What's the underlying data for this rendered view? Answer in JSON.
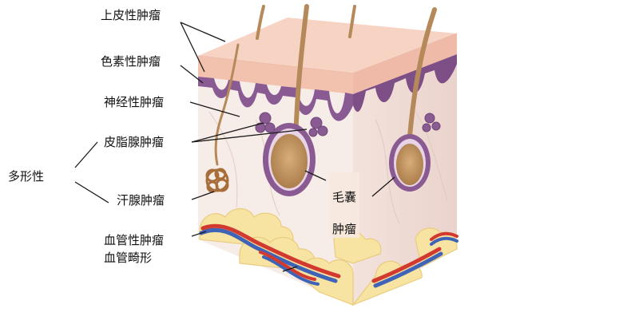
{
  "diagram": {
    "labels": {
      "epidermal": "上皮性肿瘤",
      "pigment": "色素性肿瘤",
      "neural": "神经性肿瘤",
      "sebaceous": "皮脂腺肿瘤",
      "multiform": "多形性",
      "sweat": "汗腺肿瘤",
      "vascular_line1": "血管性肿瘤",
      "vascular_line2": "血管畸形",
      "follicle_line1": "毛囊",
      "follicle_line2": "肿瘤"
    },
    "colors": {
      "epidermis": "#f4c8b6",
      "basal_layer": "#8a5a92",
      "dermis": "#f6ece8",
      "hair": "#b5895a",
      "fat": "#f7e3a2",
      "artery": "#d23a2f",
      "vein": "#3f63b6",
      "leader_line": "#1a1a1a"
    }
  }
}
